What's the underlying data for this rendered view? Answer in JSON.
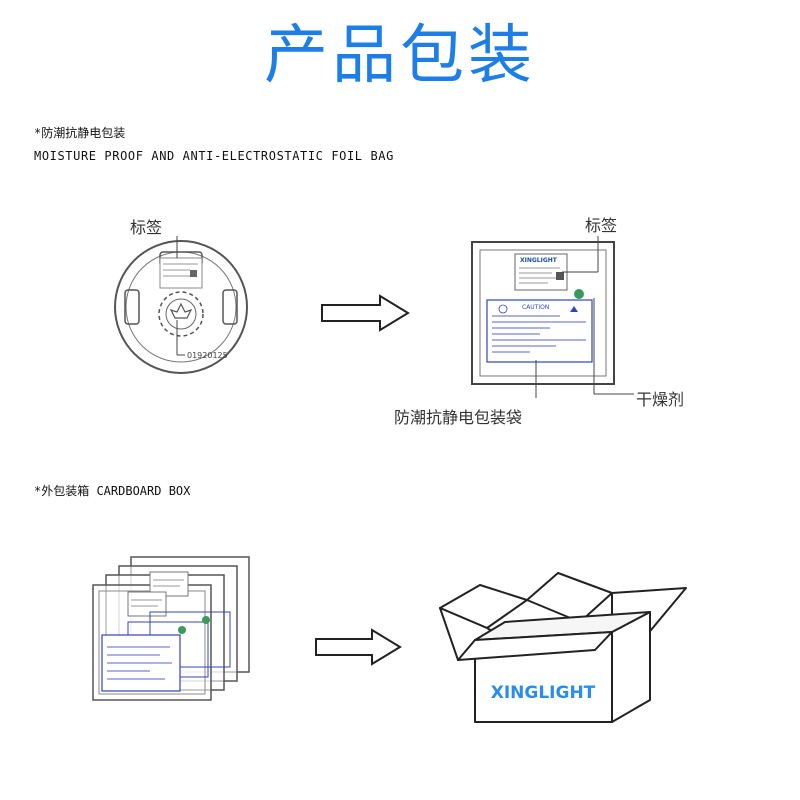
{
  "title": "产品包装",
  "section1": {
    "heading_cn": "*防潮抗静电包装",
    "heading_en": "MOISTURE PROOF AND ANTI-ELECTROSTATIC FOIL BAG",
    "label_reel": "标签",
    "label_bag": "标签",
    "label_bag_name": "防潮抗静电包装袋",
    "label_desiccant": "干燥剂",
    "reel_text": "01920125",
    "bag_brand": "XINGLIGHT",
    "bag_caution": "CAUTION"
  },
  "section2": {
    "heading": "*外包装箱 CARDBOARD BOX",
    "box_brand": "XINGLIGHT"
  },
  "colors": {
    "title": "#1e7ee8",
    "brand_blue": "#2a8cf0",
    "line": "#444444"
  }
}
